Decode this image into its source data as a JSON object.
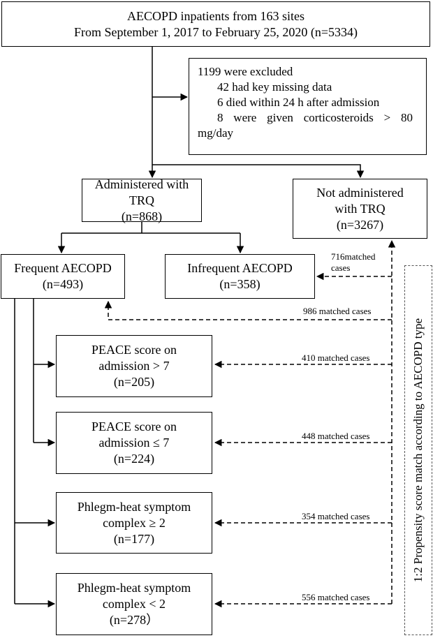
{
  "boxes": {
    "source": {
      "line1": "AECOPD inpatients from 163 sites",
      "line2": "From September 1, 2017 to February 25, 2020 (n=5334)"
    },
    "excluded": {
      "head": "1199 were excluded",
      "item1": "42 had key missing data",
      "item2": "6 died within 24 h after admission",
      "item3": "8 were given corticosteroids > 80",
      "item3_cont": "mg/day"
    },
    "trq": {
      "line1": "Administered with TRQ",
      "line2": "(n=868)"
    },
    "no_trq": {
      "line1": "Not administered",
      "line2": "with TRQ",
      "line3": "(n=3267)"
    },
    "frequent": {
      "line1": "Frequent AECOPD",
      "line2": "(n=493)"
    },
    "infrequent": {
      "line1": "Infrequent AECOPD",
      "line2": "(n=358)"
    },
    "peace_high": {
      "line1": "PEACE score on",
      "line2": "admission > 7",
      "line3": "(n=205)"
    },
    "peace_low": {
      "line1": "PEACE score on",
      "line2": "admission ≤ 7",
      "line3": "(n=224)"
    },
    "phlegm_high": {
      "line1": "Phlegm-heat symptom",
      "line2": "complex ≥ 2",
      "line3": "(n=177)"
    },
    "phlegm_low": {
      "line1": "Phlegm-heat symptom",
      "line2": "complex < 2",
      "line3": "(n=278）"
    }
  },
  "labels": {
    "m716_a": "716matched",
    "m716_b": "cases",
    "m986": "986 matched cases",
    "m410": "410 matched cases",
    "m448": "448 matched cases",
    "m354": "354 matched cases",
    "m556": "556 matched cases"
  },
  "side_label": "1:2 Propensity score match according to AECOPD type"
}
